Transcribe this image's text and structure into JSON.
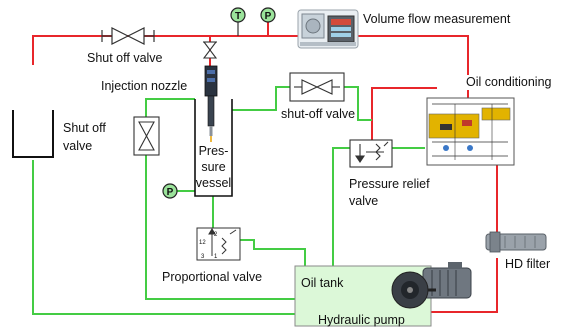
{
  "labels": {
    "shut_off_valve_top": "Shut off valve",
    "volume_flow_measurement": "Volume flow measurement",
    "injection_nozzle": "Injection nozzle",
    "oil_conditioning": "Oil conditioning",
    "shut_off_valve_left_line1": "Shut off",
    "shut_off_valve_left_line2": "valve",
    "shut_off_valve_mid": "shut-off valve",
    "pressure_vessel_line1": "Pres-",
    "pressure_vessel_line2": "sure",
    "pressure_vessel_line3": "vessel",
    "pressure_relief_line1": "Pressure relief",
    "pressure_relief_line2": "valve",
    "proportional_valve": "Proportional valve",
    "oil_tank": "Oil tank",
    "hd_filter": "HD filter",
    "hydraulic_pump": "Hydraulic pump"
  },
  "gauges": {
    "temperature": "T",
    "pressure_top": "P",
    "pressure_vessel": "P"
  },
  "valve_ports": {
    "p12": "12",
    "p3": "3",
    "p2": "2",
    "p1": "1"
  },
  "colors": {
    "red_line": "#e8262b",
    "green_line": "#44cc44",
    "tank_fill": "#dcf8d8",
    "gauge_fill": "#9be39b"
  }
}
